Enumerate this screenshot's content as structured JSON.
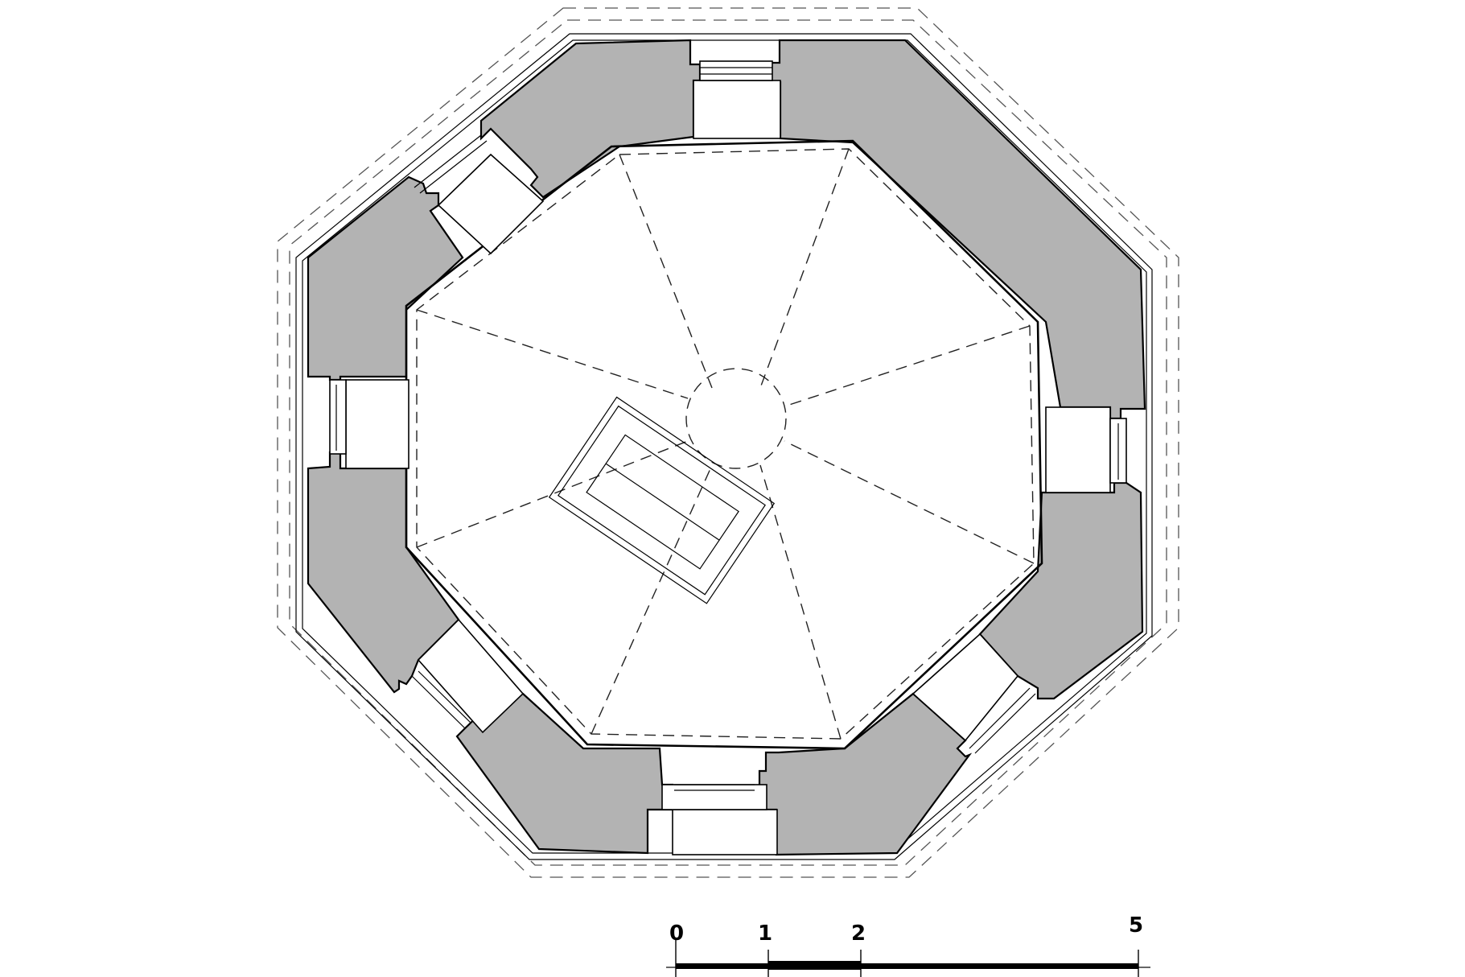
{
  "scale_bar": {
    "ticks": [
      "0",
      "1",
      "2",
      "5"
    ],
    "tick_values": [
      0,
      1,
      2,
      5
    ]
  },
  "colors": {
    "wall_fill": "#b3b3b3",
    "line": "#000000",
    "background": "#ffffff"
  }
}
